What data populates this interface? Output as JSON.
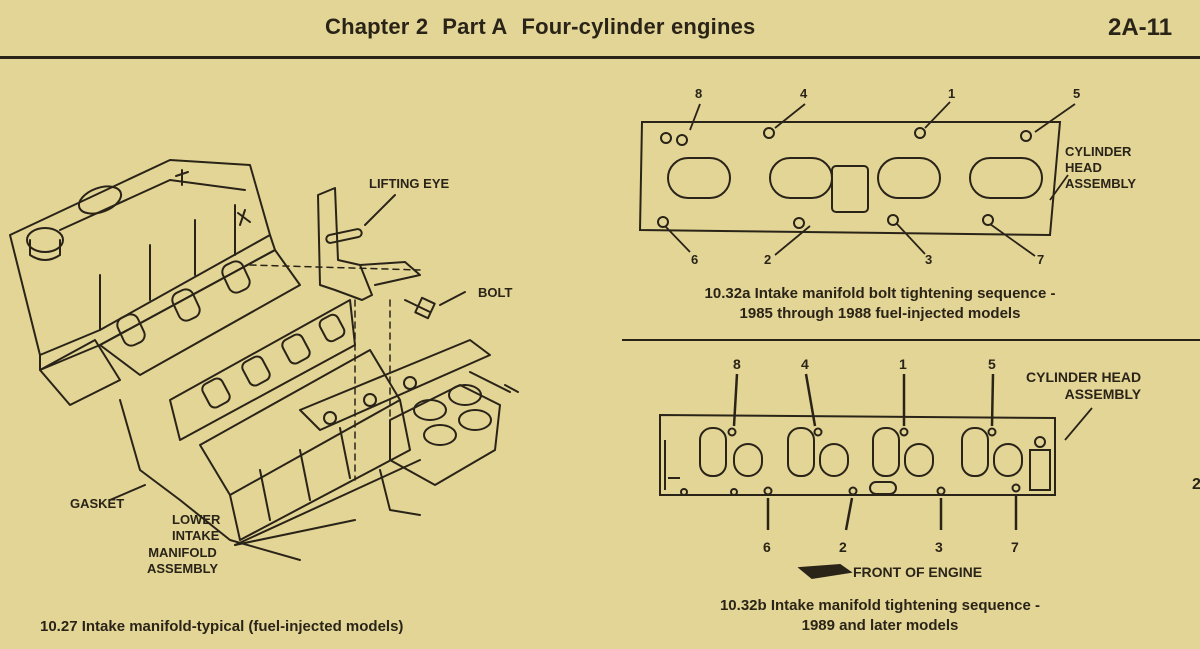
{
  "header": {
    "chapter": "Chapter 2",
    "part": "Part A",
    "title": "Four-cylinder engines",
    "page_number": "2A-11"
  },
  "figure_left": {
    "caption": "10.27 Intake manifold-typical (fuel-injected models)",
    "labels": {
      "lifting_eye": "LIFTING EYE",
      "bolt": "BOLT",
      "gasket": "GASKET",
      "lower_intake_1": "LOWER",
      "lower_intake_2": "INTAKE",
      "lower_intake_3": "MANIFOLD",
      "lower_intake_4": "ASSEMBLY"
    }
  },
  "figure_a": {
    "caption_line1": "10.32a  Intake manifold bolt tightening sequence -",
    "caption_line2": "1985 through 1988 fuel-injected models",
    "cylinder_label_1": "CYLINDER",
    "cylinder_label_2": "HEAD",
    "cylinder_label_3": "ASSEMBLY",
    "top_numbers": [
      "8",
      "4",
      "1",
      "5"
    ],
    "bottom_numbers": [
      "6",
      "2",
      "3",
      "7"
    ]
  },
  "figure_b": {
    "caption_line1": "10.32b  Intake manifold tightening sequence -",
    "caption_line2": "1989 and later models",
    "cylinder_label_1": "CYLINDER HEAD",
    "cylinder_label_2": "ASSEMBLY",
    "front_label": "FRONT OF ENGINE",
    "top_numbers": [
      "8",
      "4",
      "1",
      "5"
    ],
    "bottom_numbers": [
      "6",
      "2",
      "3",
      "7"
    ]
  }
}
